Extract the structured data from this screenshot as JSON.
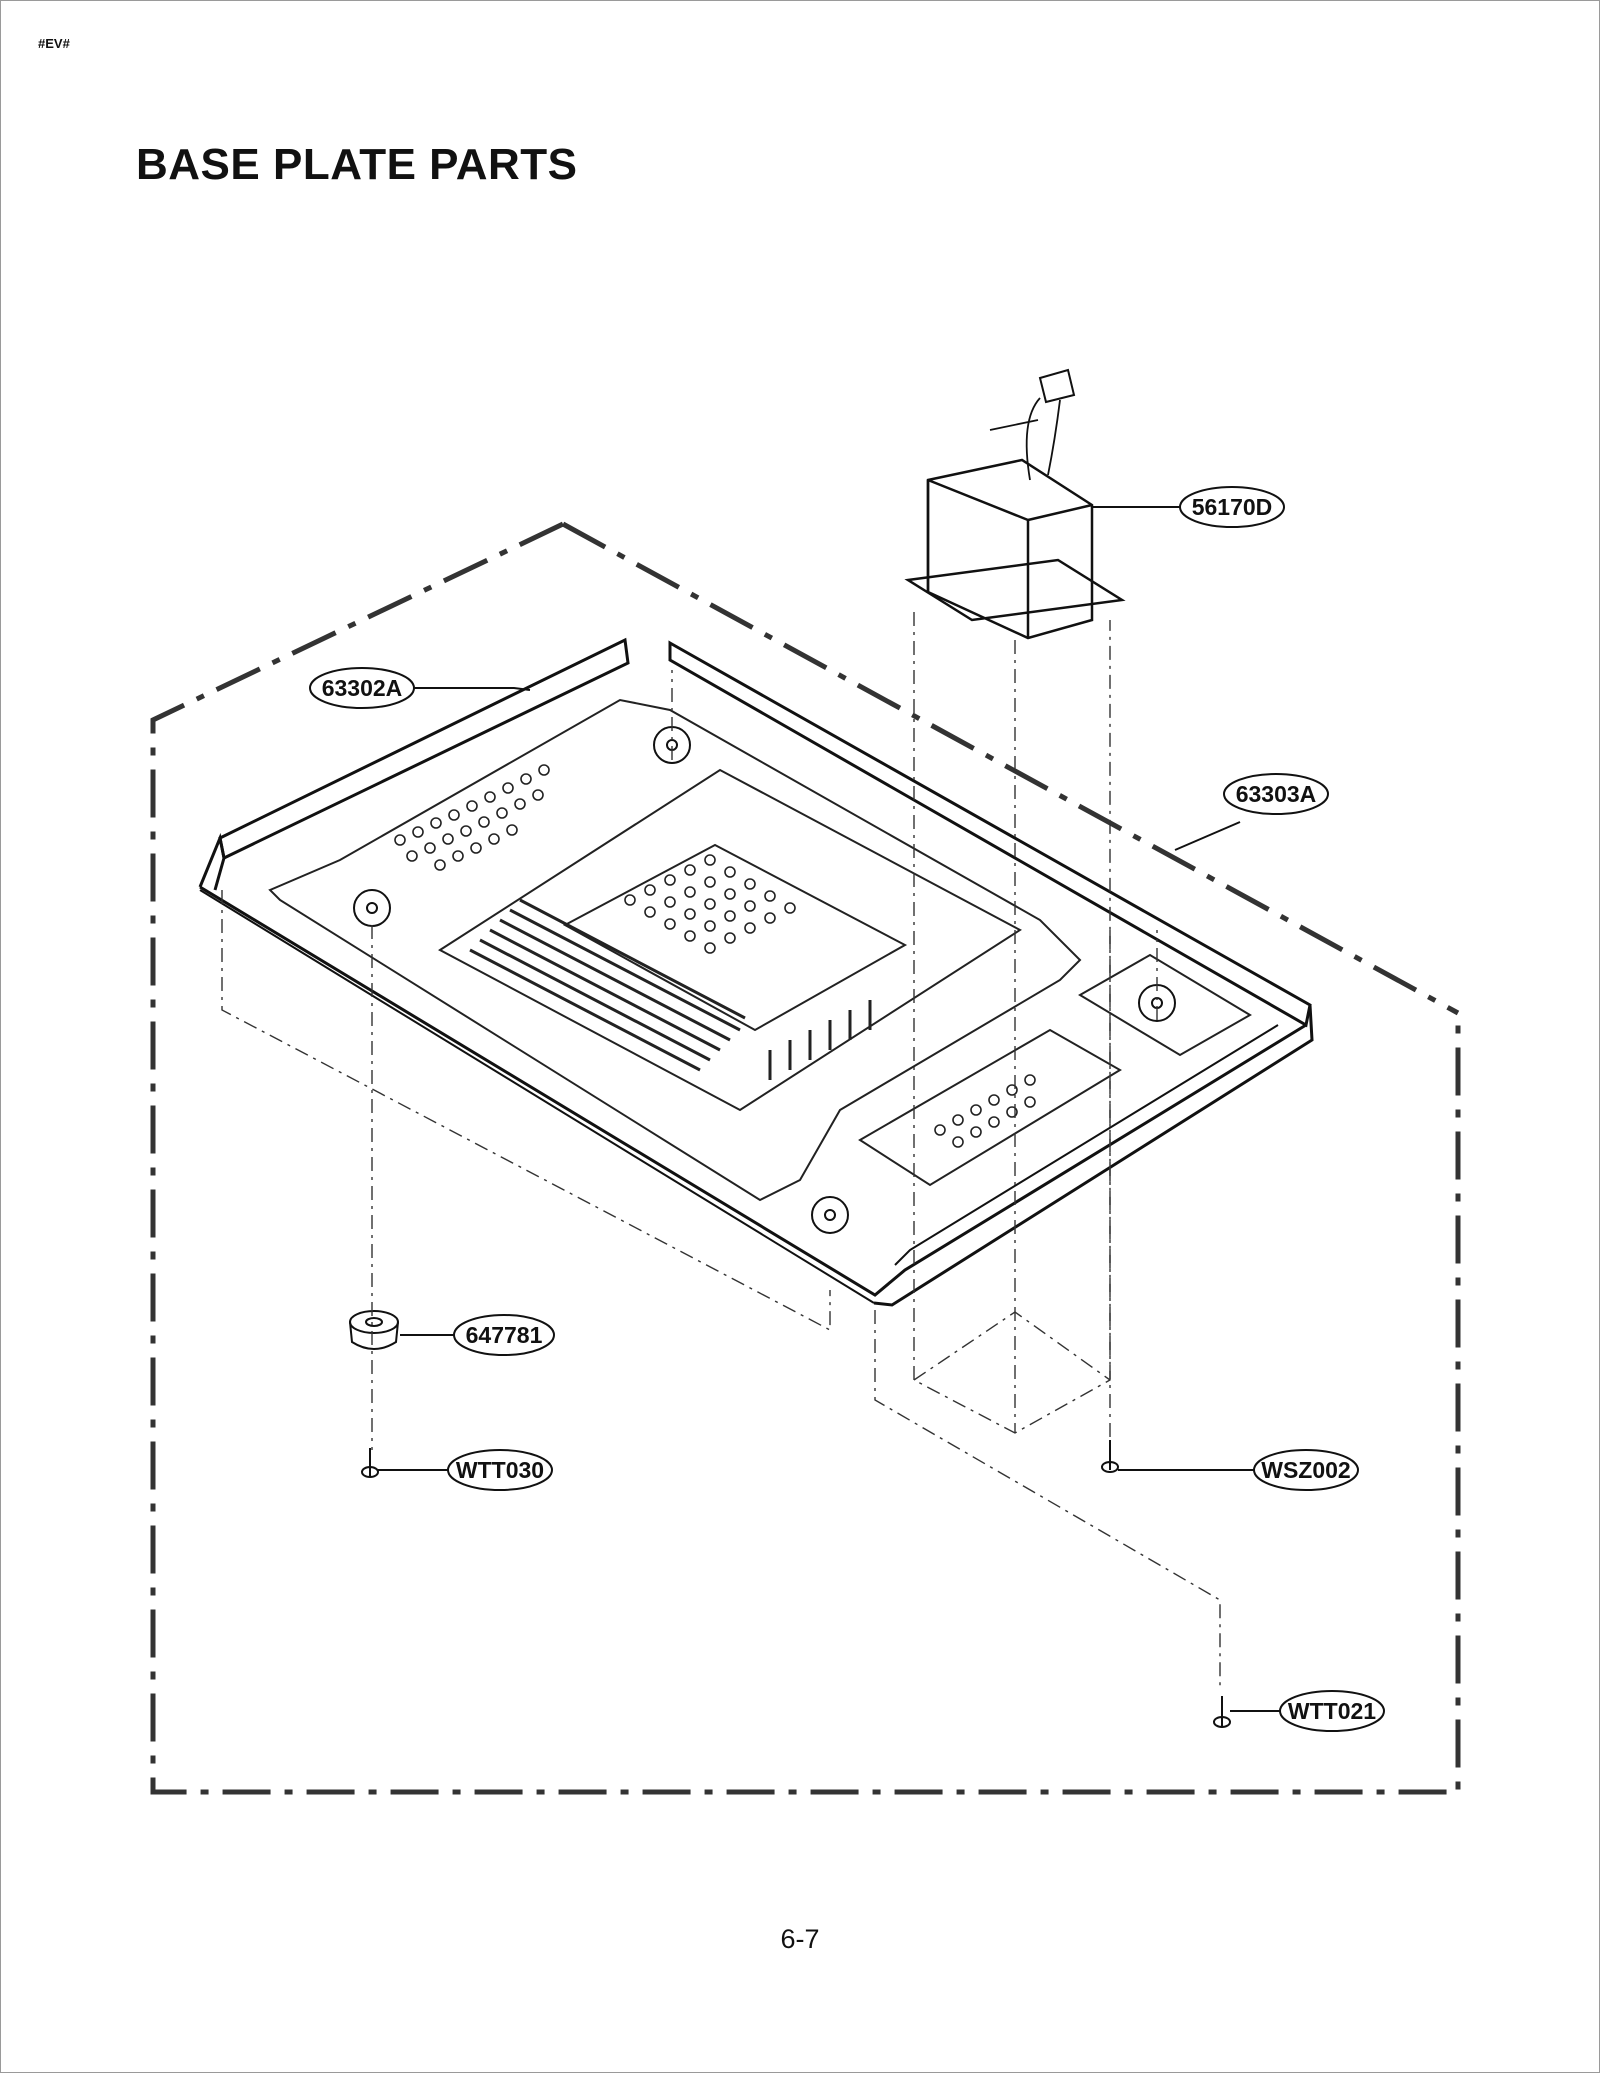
{
  "page": {
    "tag": "#EV#",
    "title": "BASE PLATE PARTS",
    "page_number": "6-7"
  },
  "parts": {
    "transformer": "56170D",
    "base_plate": "63302A",
    "plate_assembly": "63303A",
    "foot": "647781",
    "screw_left": "WTT030",
    "screw_right": "WSZ002",
    "screw_bottom": "WTT021"
  }
}
